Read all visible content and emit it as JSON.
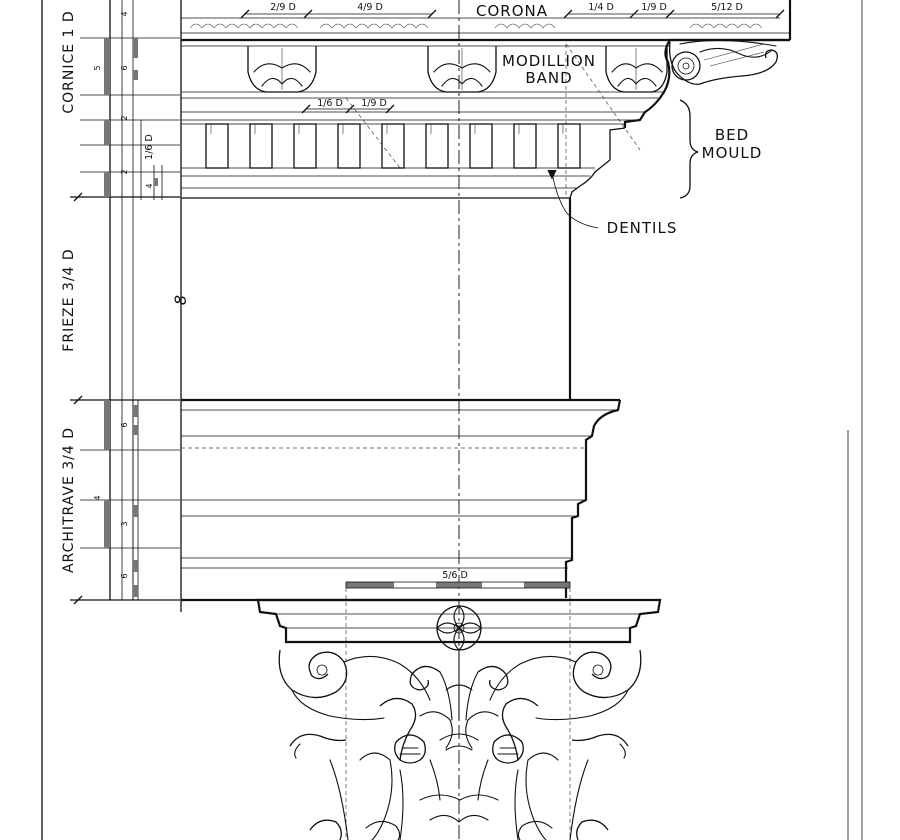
{
  "labels": {
    "corona": "CORONA",
    "modillion_band_1": "MODILLION",
    "modillion_band_2": "BAND",
    "bed_mould_1": "BED",
    "bed_mould_2": "MOULD",
    "dentils": "DENTILS"
  },
  "side_labels": {
    "cornice": "CORNICE 1 D",
    "frieze": "FRIEZE 3/4 D",
    "architrave": "ARCHITRAVE 3/4 D"
  },
  "dimensions": {
    "two_ninths": "2/9 D",
    "four_ninths": "4/9 D",
    "one_quarter": "1/4 D",
    "one_ninth_top": "1/9 D",
    "five_twelfths": "5/12 D",
    "one_sixth": "1/6 D",
    "one_ninth": "1/9 D",
    "one_sixth_vertical": "1/6 D",
    "five_sixths": "5/6 D"
  },
  "scale_ticks": {
    "cornice_1": "4",
    "cornice_2": "5",
    "cornice_3": "6",
    "cornice_4": "2",
    "cornice_5": "2",
    "cornice_6": "4",
    "architrave_1": "6",
    "architrave_2": "4",
    "architrave_3": "3",
    "architrave_4": "6",
    "frieze_1": "8"
  },
  "colors": {
    "ink": "#111111",
    "paper": "#ffffff",
    "hatch": "#777777"
  }
}
